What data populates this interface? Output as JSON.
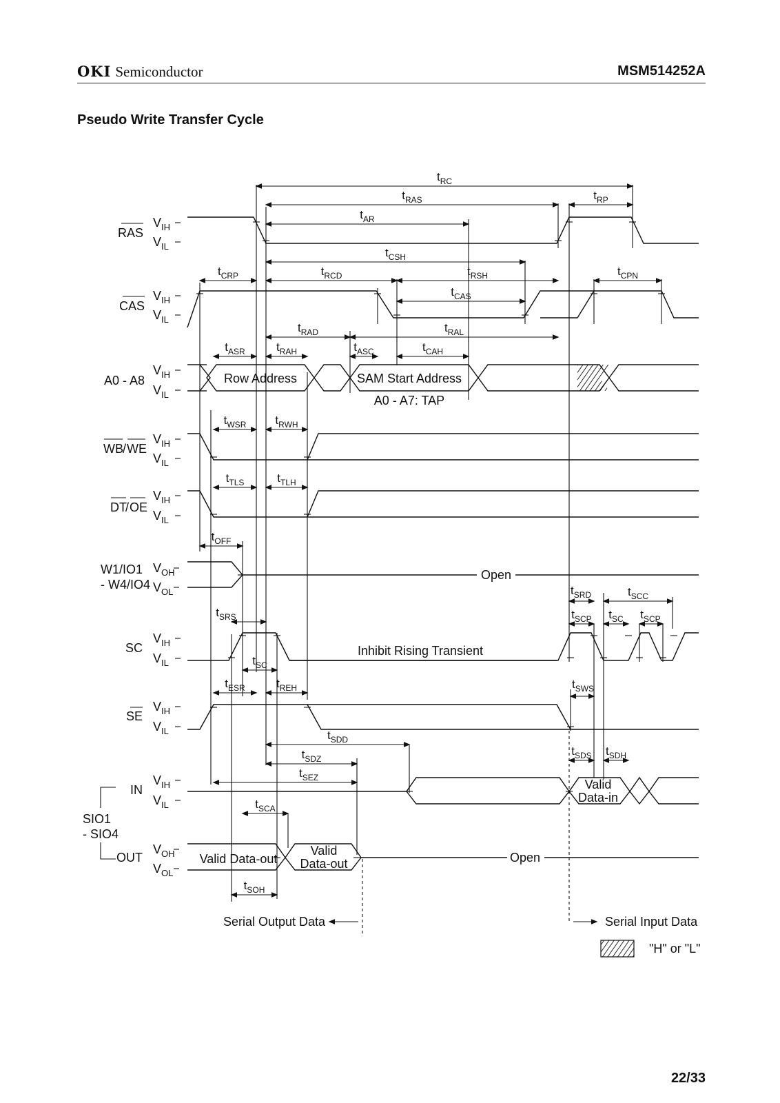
{
  "header": {
    "brand_bold": "OKI",
    "brand_rest": "Semiconductor",
    "part_number": "MSM514252A"
  },
  "title": "Pseudo Write Transfer Cycle",
  "page_number": "22/33",
  "diagram": {
    "signals": {
      "ras": "RAS",
      "cas": "CAS",
      "addr": "A0 - A8",
      "wb_a": "WB",
      "wb_b": "WE",
      "dt_a": "DT",
      "dt_b": "OE",
      "w1": "W1/IO1",
      "w4": "- W4/IO4",
      "sc": "SC",
      "se": "SE",
      "in": "IN",
      "sio1": "SIO1",
      "sio4": "- SIO4",
      "out": "OUT"
    },
    "levels": {
      "v": "V",
      "t": "t",
      "ih": "IH",
      "il": "IL",
      "oh": "OH",
      "ol": "OL"
    },
    "labels": {
      "row_address": "Row Address",
      "sam_start": "SAM Start Address",
      "tap": "A0 - A7: TAP",
      "open": "Open",
      "inhibit": "Inhibit Rising Transient",
      "valid_dataout": "Valid Data-out",
      "valid": "Valid",
      "dataout": "Data-out",
      "datain": "Data-in",
      "serial_output": "Serial Output Data",
      "serial_input": "Serial Input Data",
      "legend": "\"H\" or \"L\""
    },
    "timing_params": [
      "RC",
      "RAS",
      "RP",
      "AR",
      "CSH",
      "CRP",
      "RCD",
      "RSH",
      "CPN",
      "CAS",
      "RAD",
      "RAL",
      "ASR",
      "RAH",
      "ASC",
      "CAH",
      "WSR",
      "RWH",
      "TLS",
      "TLH",
      "OFF",
      "SRD",
      "SCC",
      "SRS",
      "SCP",
      "SC",
      "SWS",
      "ESR",
      "REH",
      "SDD",
      "SDZ",
      "SEZ",
      "SDS",
      "SDH",
      "SCA",
      "SOH"
    ]
  }
}
